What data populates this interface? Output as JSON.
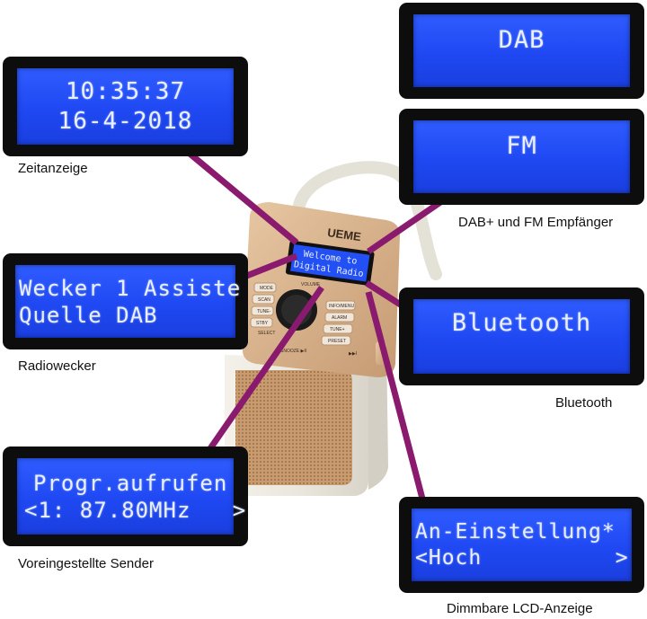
{
  "panels": {
    "clock": {
      "line1": "10:35:37",
      "line2": "16-4-2018",
      "caption": "Zeitanzeige"
    },
    "dab": {
      "line1": "DAB"
    },
    "fm": {
      "line1": "FM",
      "caption": "DAB+ und FM Empfänger"
    },
    "alarm": {
      "line1": "Wecker 1 Assiste",
      "line2": "Quelle DAB",
      "caption": "Radiowecker"
    },
    "bluetooth": {
      "line1": "Bluetooth",
      "caption": "Bluetooth"
    },
    "preset": {
      "line1": "Progr.aufrufen",
      "line2": "<1: 87.80MHz   >",
      "caption": "Voreingestellte Sender"
    },
    "dimmer": {
      "line1": "An-Einstellung*",
      "line2": "<Hoch          >",
      "caption": "Dimmbare LCD-Anzeige"
    }
  },
  "radio": {
    "brand": "UEME",
    "display_line1": "Welcome to",
    "display_line2": "Digital Radio",
    "buttons_left": [
      "MODE",
      "SCAN",
      "TUNE-",
      "STBY"
    ],
    "buttons_right": [
      "INFO/MENU",
      "ALARM",
      "TUNE+",
      "PRESET"
    ],
    "label_volume": "VOLUME",
    "label_select": "SELECT",
    "label_snooze": "SNOOZE ▶II",
    "label_skip": "▶▶I"
  },
  "colors": {
    "leader": "#8a1a6e",
    "lcd": "#2350f5",
    "body": "#eeeae1",
    "gold": "#d8b48e"
  }
}
